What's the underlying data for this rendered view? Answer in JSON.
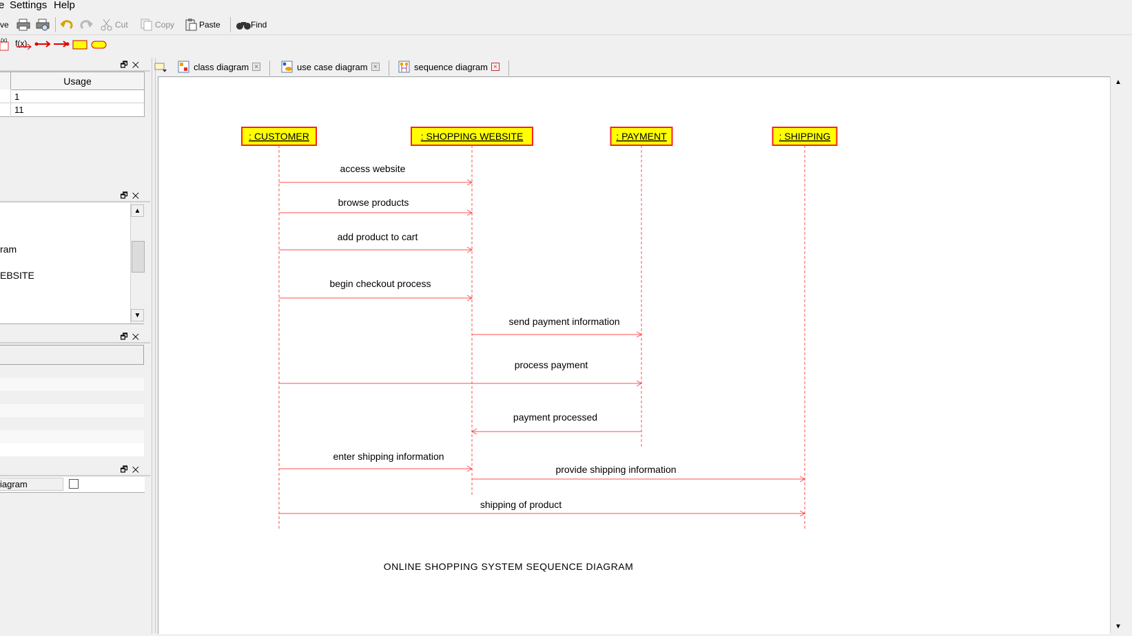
{
  "menu": {
    "items": [
      "e",
      "Settings",
      "Help"
    ]
  },
  "toolbar": {
    "save_label": "ve",
    "cut_label": "Cut",
    "copy_label": "Copy",
    "paste_label": "Paste",
    "find_label": "Find"
  },
  "palette": {
    "fx_label": "f(x)"
  },
  "left_panels": {
    "usage_table": {
      "header": "Usage",
      "rows": [
        "1",
        "11"
      ]
    },
    "tree": {
      "items": [
        "ram",
        "EBSITE"
      ]
    },
    "properties": {
      "row_label": "iagram"
    }
  },
  "tabs": [
    {
      "label": "class diagram"
    },
    {
      "label": "use case diagram"
    },
    {
      "label": "sequence diagram"
    }
  ],
  "diagram": {
    "title": "ONLINE SHOPPING SYSTEM SEQUENCE DIAGRAM",
    "lifelines": [
      {
        "label": ": CUSTOMER"
      },
      {
        "label": ": SHOPPING WEBSITE"
      },
      {
        "label": ": PAYMENT"
      },
      {
        "label": ": SHIPPING"
      }
    ],
    "messages": [
      {
        "label": "access website",
        "from": 0,
        "to": 1
      },
      {
        "label": "browse products",
        "from": 0,
        "to": 1
      },
      {
        "label": "add product to cart",
        "from": 0,
        "to": 1
      },
      {
        "label": "begin checkout process",
        "from": 0,
        "to": 1
      },
      {
        "label": "send payment information",
        "from": 1,
        "to": 2
      },
      {
        "label": "process payment",
        "from": 0,
        "to": 2
      },
      {
        "label": "payment processed",
        "from": 2,
        "to": 1
      },
      {
        "label": "enter shipping information",
        "from": 0,
        "to": 1
      },
      {
        "label": "provide shipping information",
        "from": 1,
        "to": 3
      },
      {
        "label": "shipping of product",
        "from": 0,
        "to": 3
      }
    ],
    "colors": {
      "line": "#ff4d4d",
      "box_fill": "#ffff00",
      "box_border": "#ff2020"
    }
  }
}
